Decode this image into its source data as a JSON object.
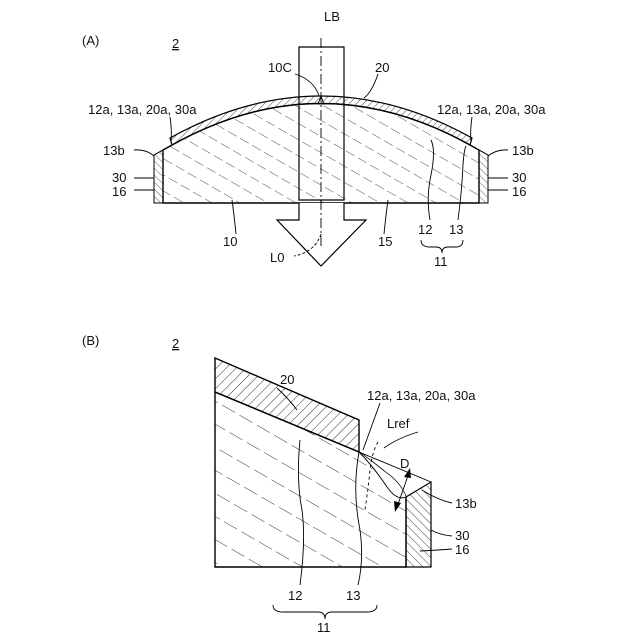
{
  "panel_a": {
    "panel_label": "(A)",
    "figure_number": "2",
    "labels": {
      "lb": "LB",
      "l10c": "10C",
      "l20": "20",
      "tl": "12a, 13a, 20a, 30a",
      "tr": "12a, 13a, 20a, 30a",
      "l13b_left": "13b",
      "l30_left": "30",
      "l16_left": "16",
      "l13b_right": "13b",
      "l30_right": "30",
      "l16_right": "16",
      "l10": "10",
      "l15": "15",
      "l12": "12",
      "l13": "13",
      "l11": "11",
      "l0": "L0"
    }
  },
  "panel_b": {
    "panel_label": "(B)",
    "figure_number": "2",
    "labels": {
      "l20": "20",
      "top": "12a, 13a, 20a, 30a",
      "lref": "Lref",
      "d": "D",
      "l13b": "13b",
      "l30": "30",
      "l16": "16",
      "l12": "12",
      "l13": "13",
      "l11": "11"
    }
  }
}
